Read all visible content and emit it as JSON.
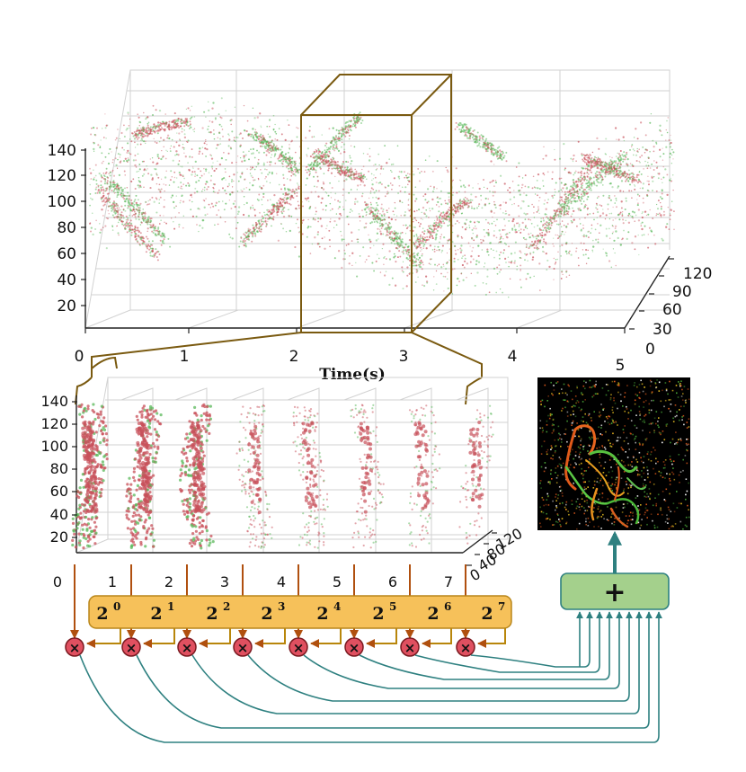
{
  "top_plot": {
    "x_ticks": [
      "0",
      "1",
      "2",
      "3",
      "4",
      "5"
    ],
    "x_label": "Time(s)",
    "y_ticks": [
      "140",
      "120",
      "100",
      "80",
      "60",
      "40",
      "20"
    ],
    "z_ticks": [
      "120",
      "90",
      "60",
      "30",
      "0"
    ]
  },
  "bottom_plot": {
    "x_ticks": [
      "0",
      "1",
      "2",
      "3",
      "4",
      "5",
      "6",
      "7"
    ],
    "y_ticks": [
      "140",
      "120",
      "100",
      "80",
      "60",
      "40",
      "20"
    ],
    "z_ticks": [
      "120",
      "80",
      "40",
      "0"
    ]
  },
  "weights": {
    "base": "2",
    "exponents": [
      "0",
      "1",
      "2",
      "3",
      "4",
      "5",
      "6",
      "7"
    ]
  },
  "multiply_symbol": "×",
  "sum_symbol": "+",
  "colors": {
    "event_red": "#c8505a",
    "event_green": "#5ab85a",
    "frame_line": "#7a5a10",
    "arrow_brown": "#b0500f",
    "arrow_teal": "#2e8080",
    "weight_bar": "#f6c15a",
    "sum_box": "#a4d08c",
    "multiplier": "#e05060"
  }
}
